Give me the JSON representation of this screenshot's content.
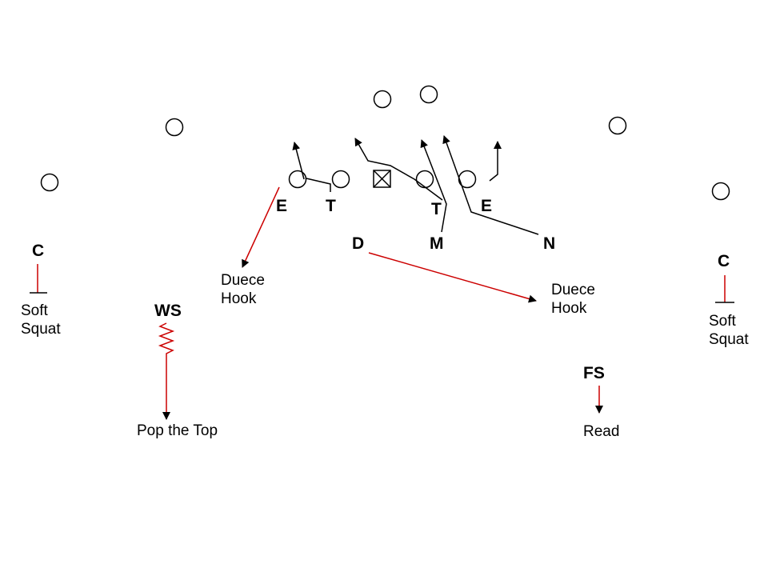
{
  "colors": {
    "ink": "#000000",
    "assignment": "#cc0000",
    "background": "#ffffff"
  },
  "offense": {
    "center_icon": "boxed-x-icon",
    "player_icon": "open-circle-icon"
  },
  "defense": {
    "left_end": "E",
    "left_tackle": "T",
    "right_tackle": "T",
    "right_end": "E",
    "d_backer": "D",
    "m_backer": "M",
    "n_backer": "N",
    "left_corner": "C",
    "right_corner": "C",
    "weak_safety": "WS",
    "free_safety": "FS"
  },
  "assignments": {
    "left_corner_line1": "Soft",
    "left_corner_line2": "Squat",
    "left_hook_line1": "Duece",
    "left_hook_line2": "Hook",
    "right_hook_line1": "Duece",
    "right_hook_line2": "Hook",
    "right_corner_line1": "Soft",
    "right_corner_line2": "Squat",
    "weak_safety": "Pop the Top",
    "free_safety": "Read"
  }
}
